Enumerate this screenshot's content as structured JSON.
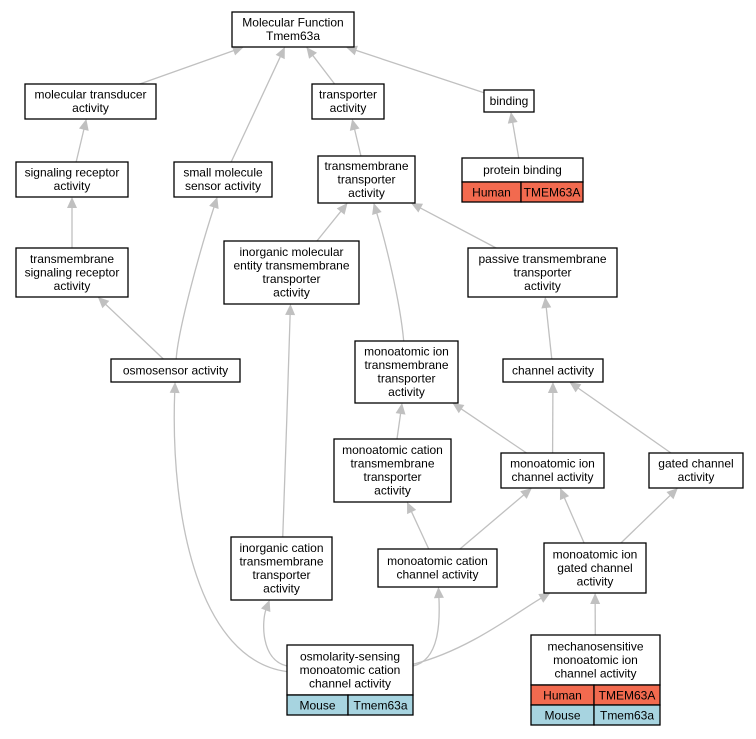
{
  "colors": {
    "human": "#f26a4f",
    "mouse": "#a7d4e0",
    "edge": "#c0c0c0",
    "border": "#000000"
  },
  "nodes": {
    "mf": [
      "Molecular Function",
      "Tmem63a"
    ],
    "mta": [
      "molecular transducer",
      "activity"
    ],
    "ta": [
      "transporter",
      "activity"
    ],
    "binding": [
      "binding"
    ],
    "sra": [
      "signaling receptor",
      "activity"
    ],
    "smsa": [
      "small molecule",
      "sensor activity"
    ],
    "tta": [
      "transmembrane",
      "transporter",
      "activity"
    ],
    "pb": [
      "protein binding"
    ],
    "tsra": [
      "transmembrane",
      "signaling receptor",
      "activity"
    ],
    "imetta": [
      "inorganic molecular",
      "entity transmembrane",
      "transporter",
      "activity"
    ],
    "ptta": [
      "passive transmembrane",
      "transporter",
      "activity"
    ],
    "osa": [
      "osmosensor activity"
    ],
    "mitta": [
      "monoatomic ion",
      "transmembrane",
      "transporter",
      "activity"
    ],
    "ca": [
      "channel activity"
    ],
    "mctta": [
      "monoatomic cation",
      "transmembrane",
      "transporter",
      "activity"
    ],
    "mica": [
      "monoatomic ion",
      "channel activity"
    ],
    "gca": [
      "gated channel",
      "activity"
    ],
    "ictta": [
      "inorganic cation",
      "transmembrane",
      "transporter",
      "activity"
    ],
    "mcca": [
      "monoatomic cation",
      "channel activity"
    ],
    "migca": [
      "monoatomic ion",
      "gated channel",
      "activity"
    ],
    "osmcca": [
      "osmolarity-sensing",
      "monoatomic cation",
      "channel activity"
    ],
    "mmica": [
      "mechanosensitive",
      "monoatomic ion",
      "channel activity"
    ]
  },
  "annotations": {
    "pb": [
      {
        "species": "Human",
        "gene": "TMEM63A"
      }
    ],
    "osmcca": [
      {
        "species": "Mouse",
        "gene": "Tmem63a"
      }
    ],
    "mmica": [
      {
        "species": "Human",
        "gene": "TMEM63A"
      },
      {
        "species": "Mouse",
        "gene": "Tmem63a"
      }
    ]
  }
}
